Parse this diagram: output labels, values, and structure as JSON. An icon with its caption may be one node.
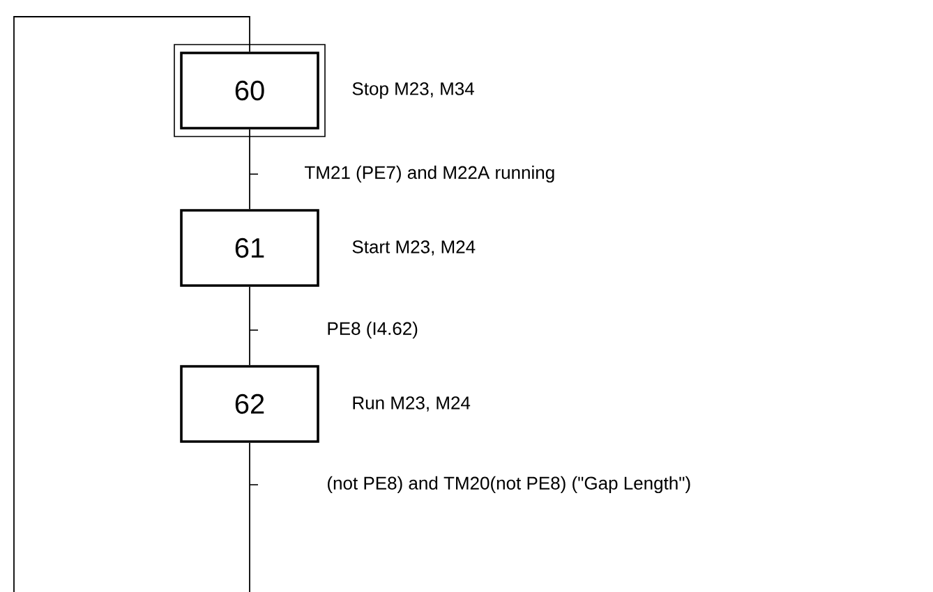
{
  "diagram": {
    "nodes": [
      {
        "text": [
          "60"
        ],
        "beside": [
          "Stop M23, M34"
        ]
      },
      {
        "text": [
          "61"
        ],
        "beside": [
          "Start M23, M24"
        ]
      },
      {
        "text": [
          "62"
        ],
        "beside": [
          "Run M23, M24"
        ]
      }
    ],
    "edges": [
      {
        "from": 0,
        "to": 1,
        "arrow": "none",
        "label": "TM21 (PE7) and M22A running"
      },
      {
        "from": 1,
        "to": 2,
        "arrow": "none",
        "label": "PE8 (I4.62)"
      },
      {
        "from": 2,
        "to": null,
        "arrow": "none",
        "label": "(not PE8) and TM20(not PE8) (\"Gap Length\")"
      },
      {
        "from": null,
        "to": 0,
        "arrow": "none"
      }
    ]
  }
}
